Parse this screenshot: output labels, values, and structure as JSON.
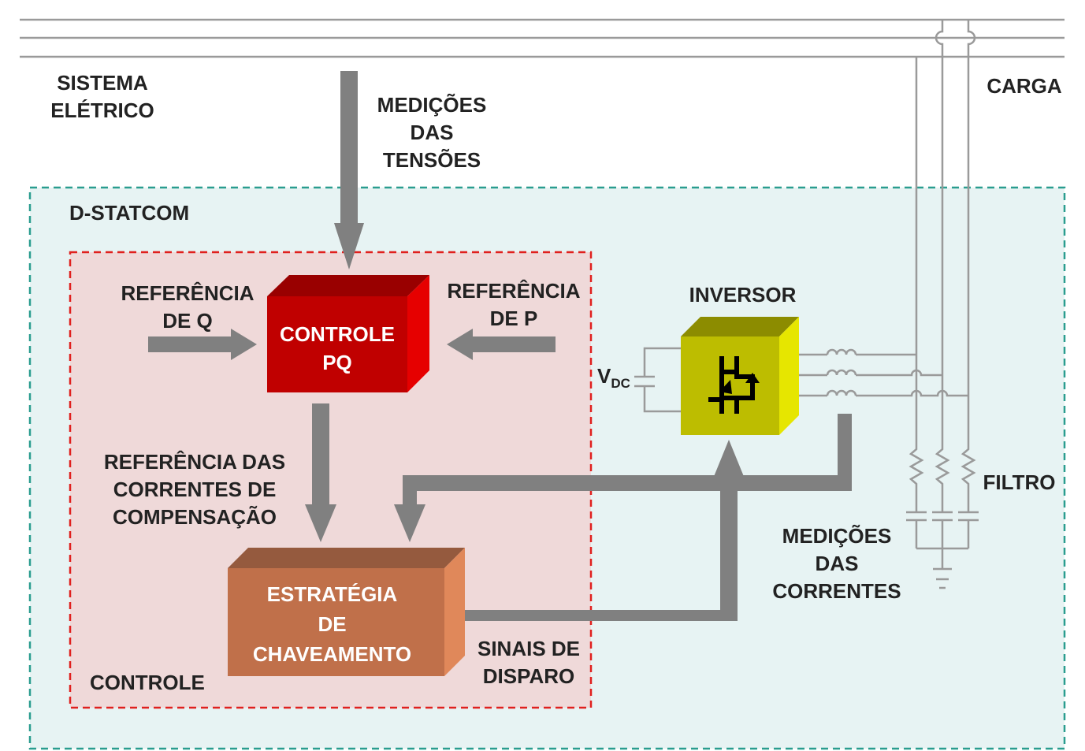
{
  "labels": {
    "sistema_eletrico": "SISTEMA\nELÉTRICO",
    "medicoes_tensoes": "MEDIÇÕES\nDAS\nTENSÕES",
    "carga": "CARGA",
    "dstatcom": "D-STATCOM",
    "referencia_q": "REFERÊNCIA\nDE Q",
    "referencia_p": "REFERÊNCIA\nDE P",
    "inversor": "INVERSOR",
    "vdc_main": "V",
    "vdc_sub": "DC",
    "referencia_correntes": "REFERÊNCIA DAS\nCORRENTES DE\nCOMPENSAÇÃO",
    "filtro": "FILTRO",
    "medicoes_correntes": "MEDIÇÕES\nDAS\nCORRENTES",
    "sinais_disparo": "SINAIS DE\nDISPARO",
    "controle": "CONTROLE"
  },
  "blocks": {
    "controle_pq": "CONTROLE\nPQ",
    "estrategia": "ESTRATÉGIA\nDE\nCHAVEAMENTO"
  },
  "colors": {
    "dstatcom_border": "#2a9d8f",
    "dstatcom_fill": "#e7f3f3",
    "controle_border": "#e0201e",
    "controle_fill": "#efd9d9",
    "controle_pq_front": "#c00000",
    "controle_pq_top": "#990000",
    "controle_pq_side": "#e60000",
    "estrategia_front": "#c0704a",
    "estrategia_top": "#955a3e",
    "estrategia_side": "#e0885a",
    "inversor_front": "#bdbd00",
    "inversor_top": "#8c8c00",
    "inversor_side": "#e6e600",
    "arrow": "#808080",
    "line": "#9a9a9a"
  }
}
